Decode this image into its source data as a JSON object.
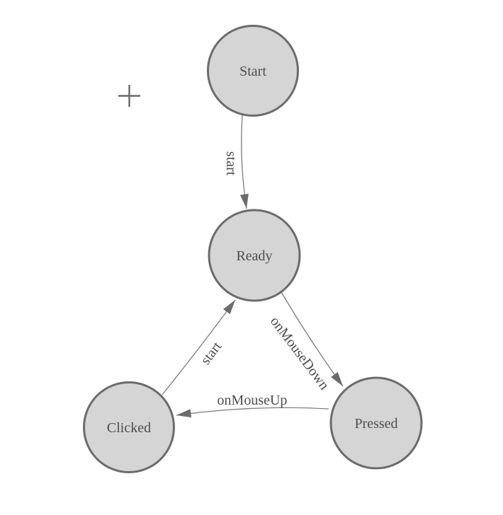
{
  "diagram": {
    "type": "state-machine",
    "background_color": "#ffffff",
    "node_fill_color": "#d5d5d5",
    "node_border_color": "#6b6b6b",
    "edge_color": "#7d7d7d",
    "arrowhead_color": "#6b6b6b",
    "text_color": "#4d4d4d",
    "nodes": [
      {
        "id": "start",
        "label": "Start"
      },
      {
        "id": "ready",
        "label": "Ready"
      },
      {
        "id": "clicked",
        "label": "Clicked"
      },
      {
        "id": "pressed",
        "label": "Pressed"
      }
    ],
    "edges": [
      {
        "from": "start",
        "to": "ready",
        "label": "start"
      },
      {
        "from": "ready",
        "to": "pressed",
        "label": "onMouseDown"
      },
      {
        "from": "pressed",
        "to": "clicked",
        "label": "onMouseUp"
      },
      {
        "from": "clicked",
        "to": "ready",
        "label": "start"
      }
    ],
    "icons": {
      "crosshair": "plus-crosshair"
    }
  }
}
